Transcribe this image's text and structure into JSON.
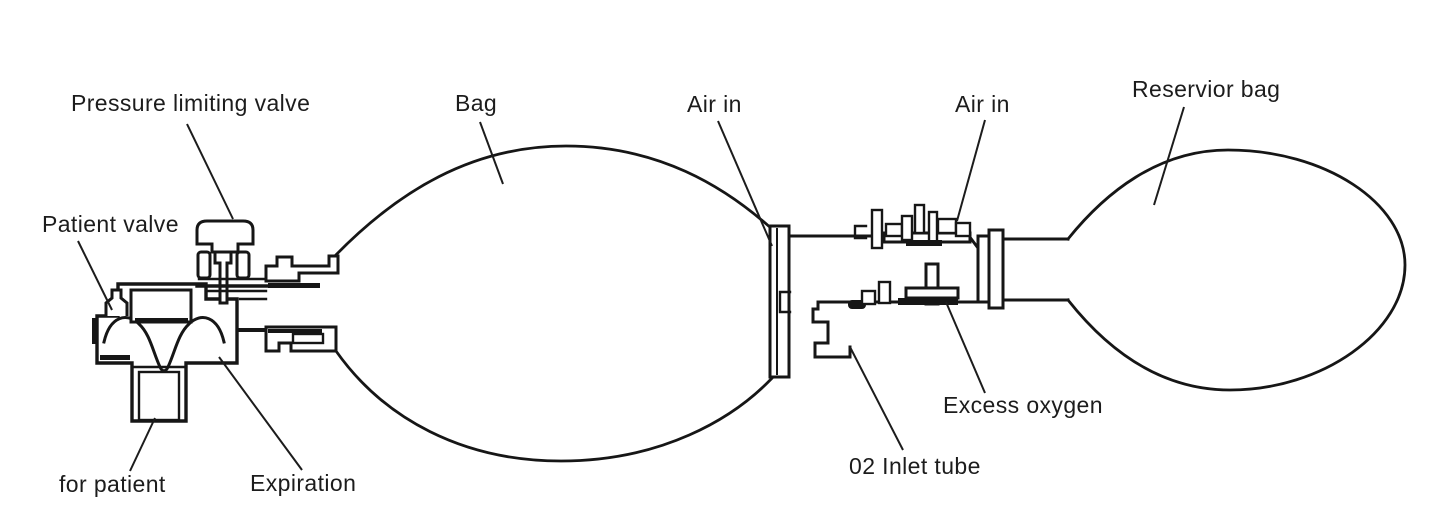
{
  "figure": {
    "background_color": "#ffffff",
    "line_color": "#161616",
    "text_color": "#1c1c1c"
  },
  "labels": {
    "pressure_limiting_valve": "Pressure limiting valve",
    "patient_valve": "Patient valve",
    "bag": "Bag",
    "air_in_left": "Air in",
    "air_in_right": "Air in",
    "reservoir_bag": "Reservior bag",
    "for_patient": "for patient",
    "expiration": "Expiration",
    "excess_oxygen": "Excess oxygen",
    "o2_inlet_tube": "02 Inlet tube"
  }
}
